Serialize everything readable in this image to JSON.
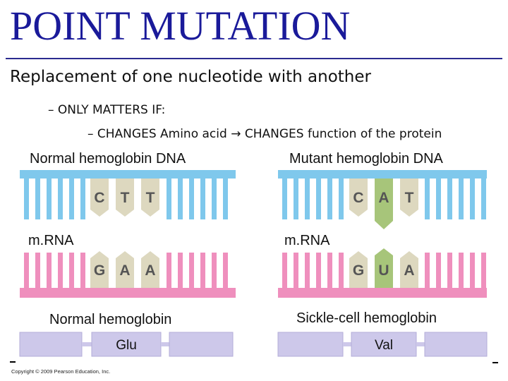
{
  "slide": {
    "title": "POINT MUTATION",
    "bullet_main": "Replacement of one nucleotide with another",
    "bullet_sub": "– ONLY MATTERS IF:",
    "bullet_subsub_a": "– CHANGES Amino acid",
    "bullet_subsub_arrow": "→",
    "bullet_subsub_b": "CHANGES function of the protein"
  },
  "normal": {
    "dna_label": "Normal hemoglobin DNA",
    "dna_bases": [
      "C",
      "T",
      "T"
    ],
    "mrna_label": "m.RNA",
    "mrna_bases": [
      "G",
      "A",
      "A"
    ],
    "protein_label": "Normal hemoglobin",
    "amino_acid": "Glu"
  },
  "mutant": {
    "dna_label": "Mutant hemoglobin DNA",
    "dna_bases": [
      "C",
      "A",
      "T"
    ],
    "mrna_label": "m.RNA",
    "mrna_bases": [
      "G",
      "U",
      "A"
    ],
    "protein_label": "Sickle-cell hemoglobin",
    "amino_acid": "Val"
  },
  "colors": {
    "title": "#1a1a9a",
    "dna_strand": "#7fc8ec",
    "mrna_strand": "#ef8fbd",
    "base": "#ddd8bf",
    "mutant_base": "#a7c57a",
    "protein": "#cdc8ea"
  },
  "copyright": "Copyright © 2009 Pearson Education, Inc."
}
